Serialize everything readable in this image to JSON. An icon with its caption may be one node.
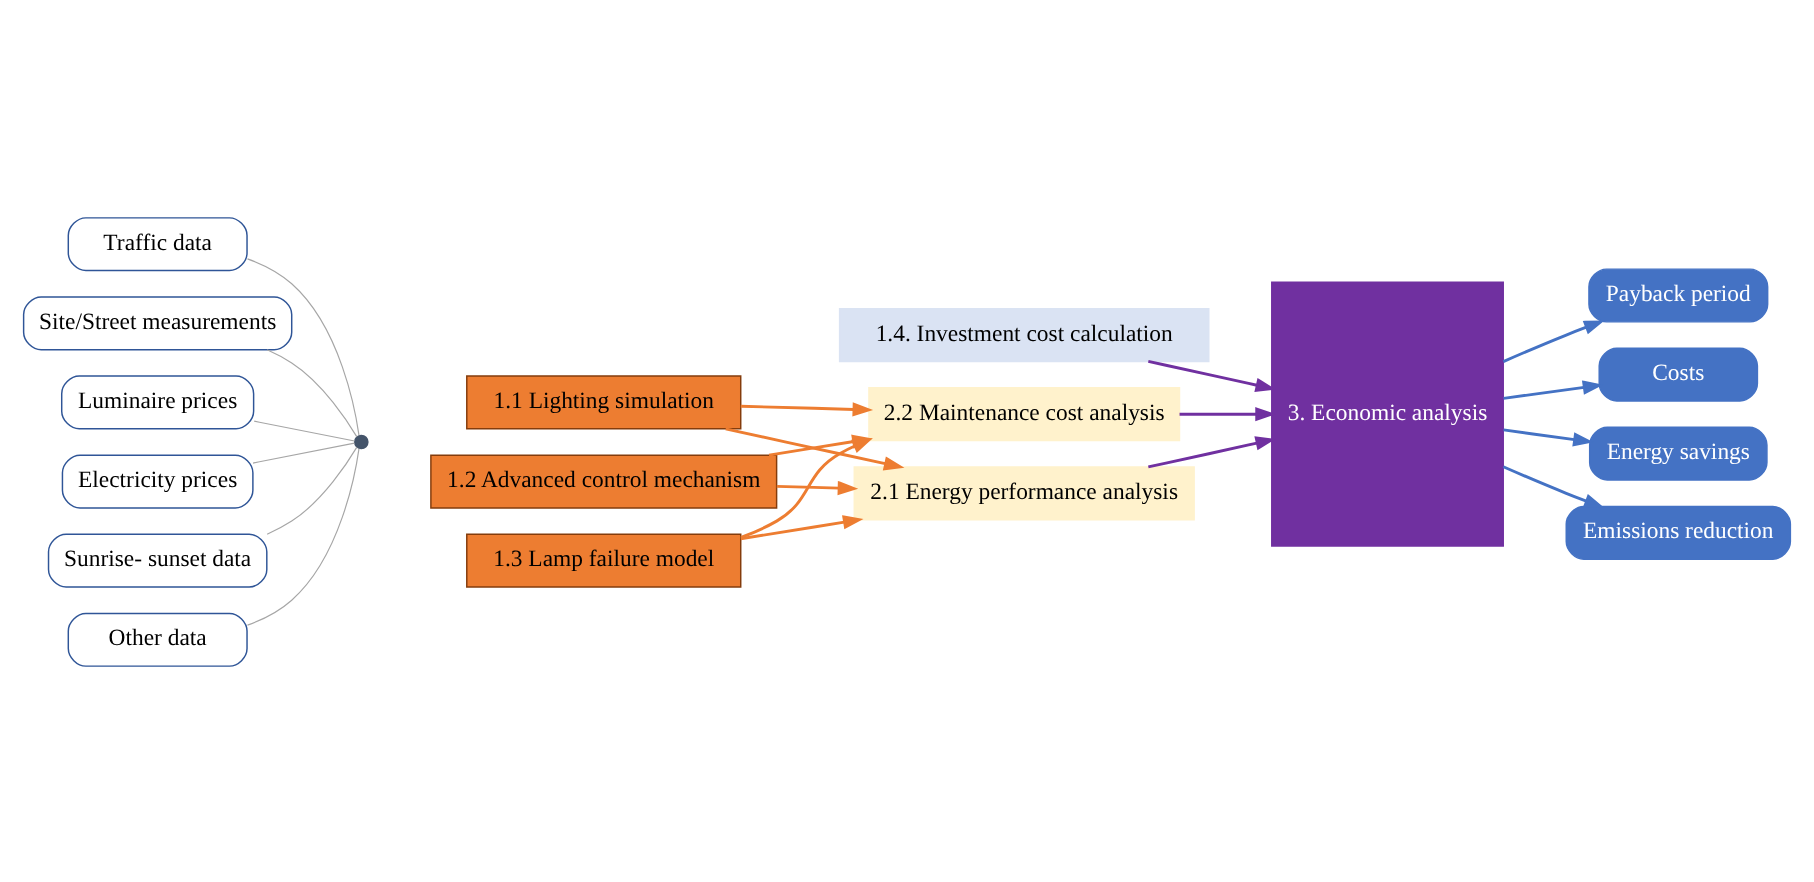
{
  "diagram": {
    "nodes": [
      {
        "text": [
          "Traffic data"
        ]
      },
      {
        "text": [
          "Site/Street measurements"
        ]
      },
      {
        "text": [
          "Luminaire prices"
        ]
      },
      {
        "text": [
          "Electricity prices"
        ]
      },
      {
        "text": [
          "Sunrise- sunset data"
        ]
      },
      {
        "text": [
          "Other data"
        ]
      },
      {
        "text": [],
        "shape": "circle"
      },
      {
        "text": [
          "1.1 Lighting simulation"
        ]
      },
      {
        "text": [
          "1.2 Advanced control mechanism"
        ]
      },
      {
        "text": [
          "1.3 Lamp failure model"
        ]
      },
      {
        "text": [
          "1.4. Investment cost calculation"
        ]
      },
      {
        "text": [
          "2.1 Energy performance analysis"
        ]
      },
      {
        "text": [
          "2.2 Maintenance cost analysis"
        ]
      },
      {
        "text": [
          "3. Economic analysis"
        ]
      },
      {
        "text": [
          "Payback period"
        ]
      },
      {
        "text": [
          "Costs"
        ]
      },
      {
        "text": [
          "Energy savings"
        ]
      },
      {
        "text": [
          "Emissions reduction"
        ]
      }
    ],
    "edges": [
      {
        "from": 0,
        "to": 6,
        "arrow": "none",
        "color": "#a6a6a6"
      },
      {
        "from": 1,
        "to": 6,
        "arrow": "none",
        "color": "#a6a6a6"
      },
      {
        "from": 2,
        "to": 6,
        "arrow": "none",
        "color": "#a6a6a6"
      },
      {
        "from": 3,
        "to": 6,
        "arrow": "none",
        "color": "#a6a6a6"
      },
      {
        "from": 4,
        "to": 6,
        "arrow": "none",
        "color": "#a6a6a6"
      },
      {
        "from": 5,
        "to": 6,
        "arrow": "none",
        "color": "#a6a6a6"
      },
      {
        "from": 7,
        "to": 11,
        "arrow": "to",
        "color": "#ed7d31"
      },
      {
        "from": 7,
        "to": 12,
        "arrow": "to",
        "color": "#ed7d31"
      },
      {
        "from": 8,
        "to": 11,
        "arrow": "to",
        "color": "#ed7d31"
      },
      {
        "from": 8,
        "to": 12,
        "arrow": "to",
        "color": "#ed7d31"
      },
      {
        "from": 9,
        "to": 11,
        "arrow": "to",
        "color": "#ed7d31"
      },
      {
        "from": 9,
        "to": 12,
        "arrow": "to",
        "color": "#ed7d31"
      },
      {
        "from": 11,
        "to": 13,
        "arrow": "to",
        "color": "#7030a0"
      },
      {
        "from": 12,
        "to": 13,
        "arrow": "to",
        "color": "#7030a0"
      },
      {
        "from": 10,
        "to": 13,
        "arrow": "to",
        "color": "#7030a0"
      },
      {
        "from": 13,
        "to": 14,
        "arrow": "to",
        "color": "#4472c4"
      },
      {
        "from": 13,
        "to": 15,
        "arrow": "to",
        "color": "#4472c4"
      },
      {
        "from": 13,
        "to": 16,
        "arrow": "to",
        "color": "#4472c4"
      },
      {
        "from": 13,
        "to": 17,
        "arrow": "to",
        "color": "#4472c4"
      }
    ]
  }
}
